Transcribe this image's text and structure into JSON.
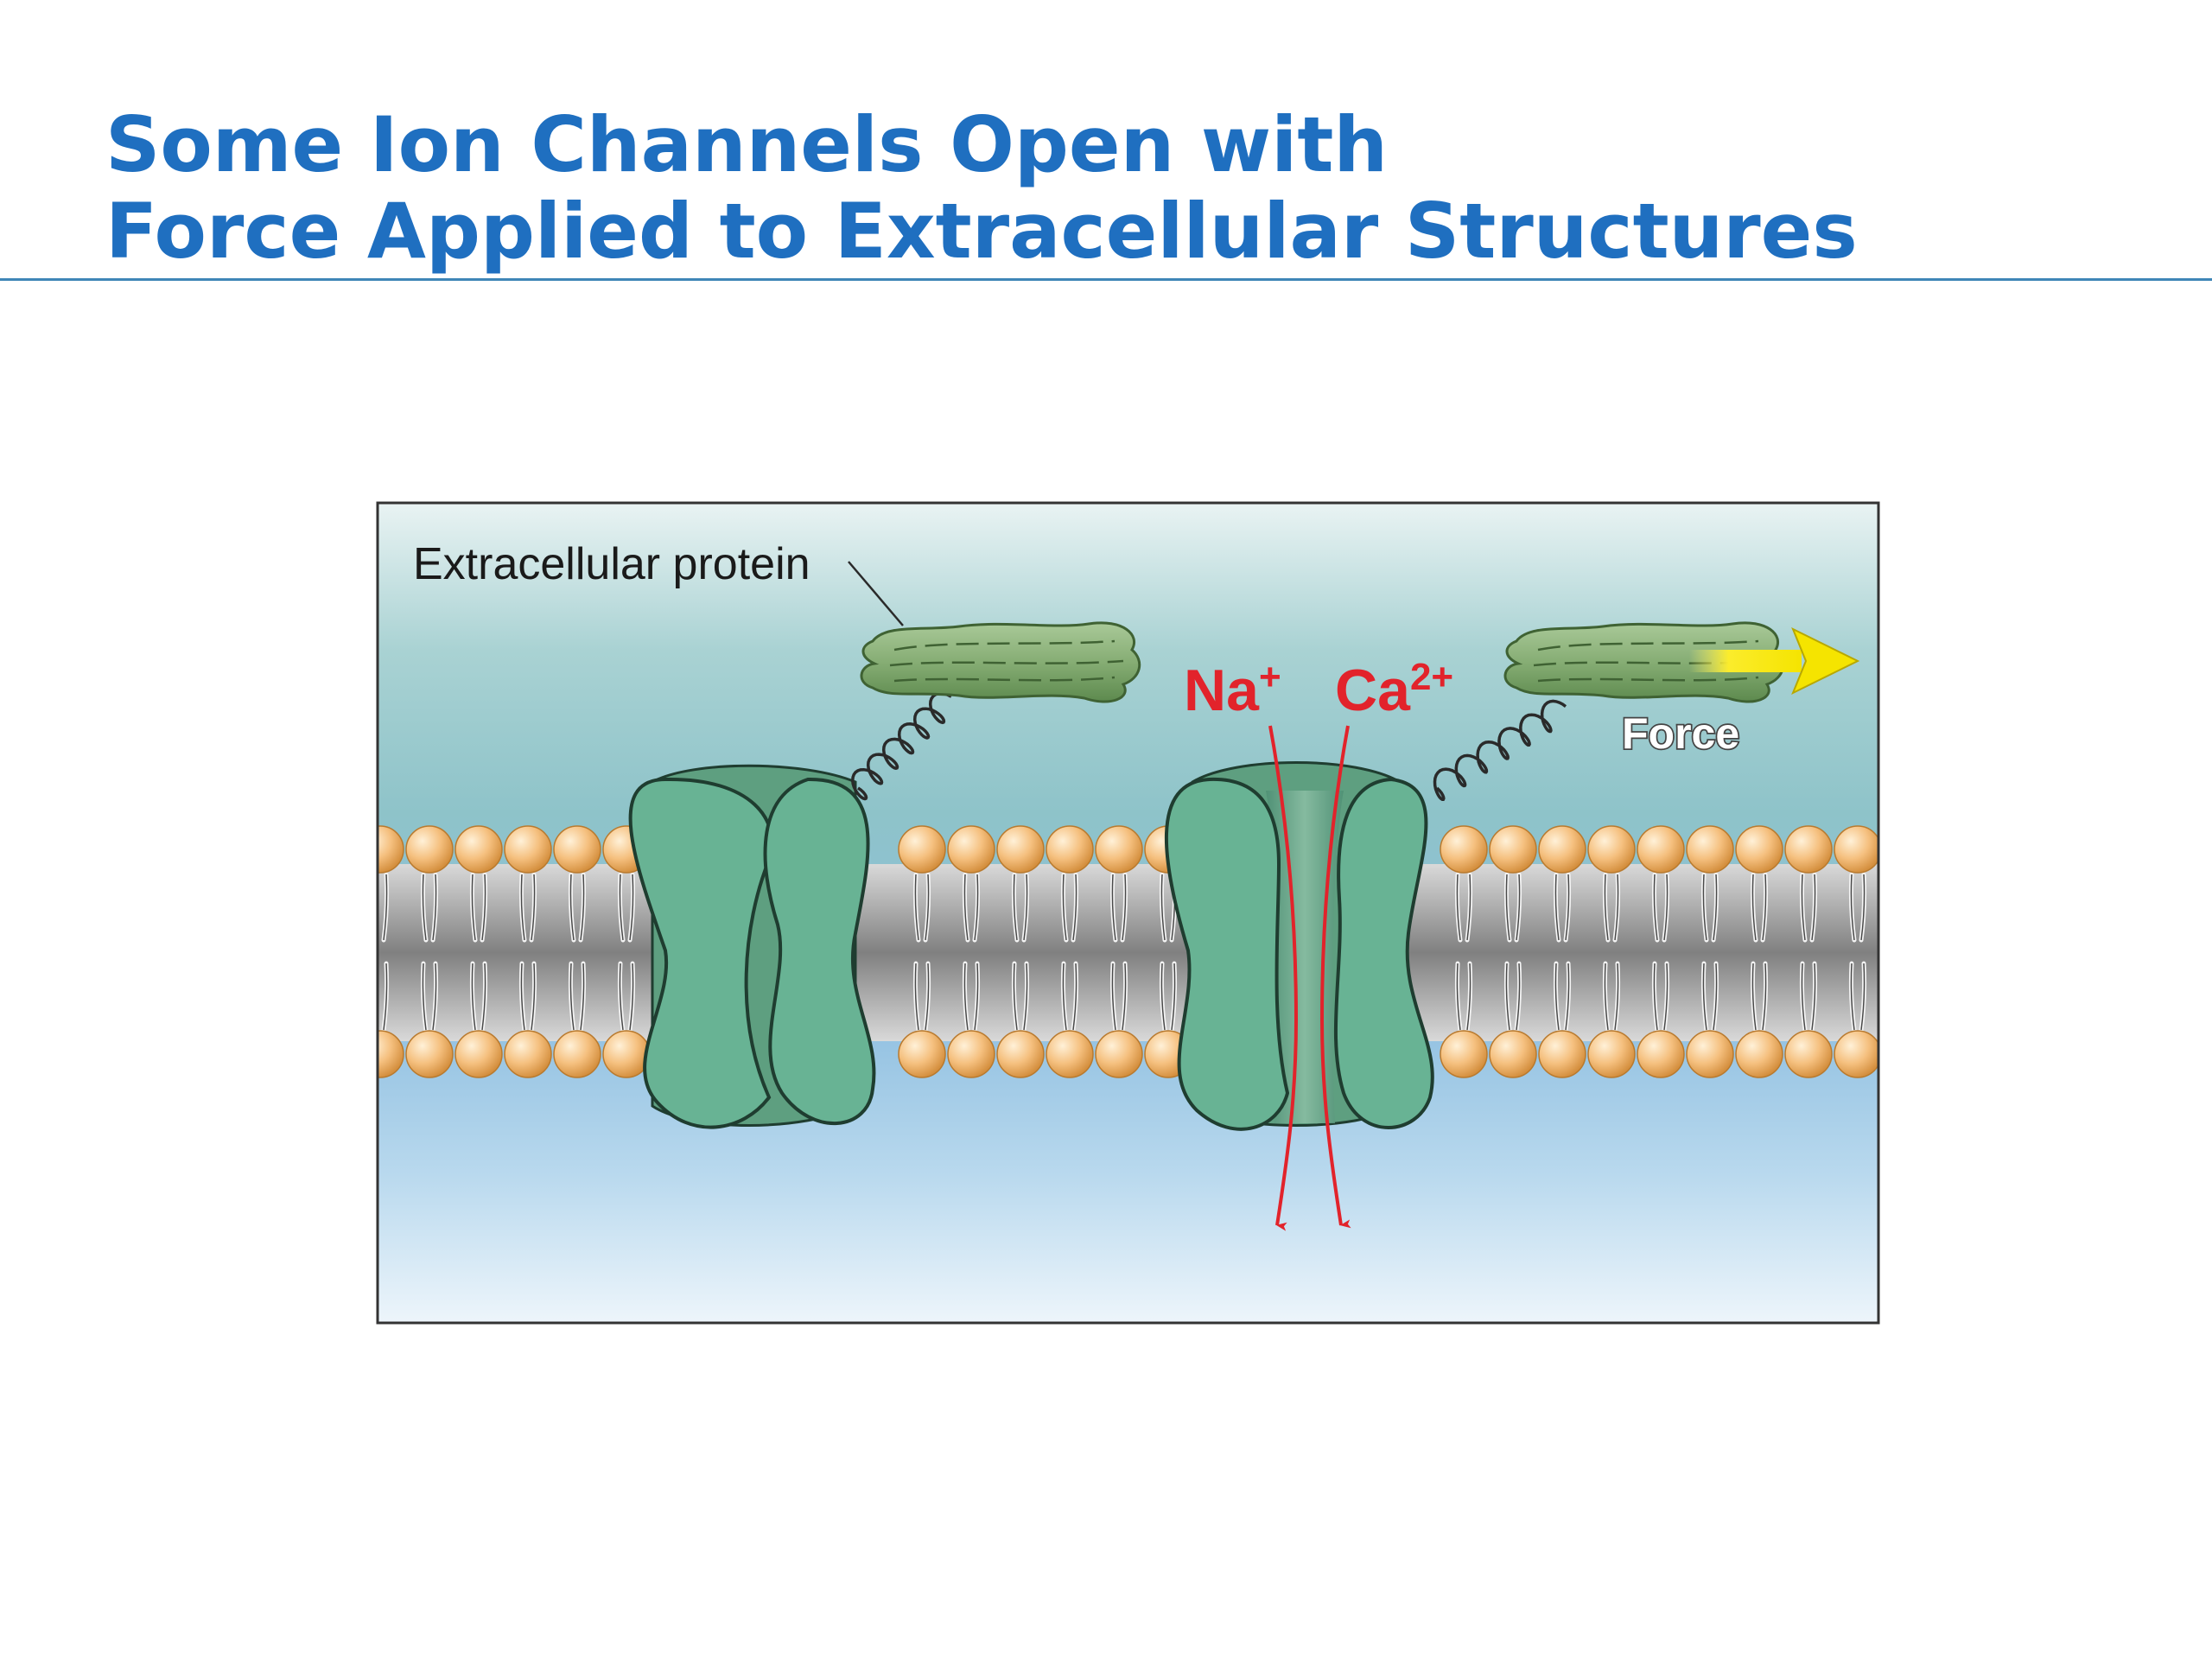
{
  "slide": {
    "title_line1": "Some Ion Channels Open with",
    "title_line2": "Force Applied to Extracellular Structures"
  },
  "figure": {
    "extracellular_protein_label": "Extracellular protein",
    "ion_na": {
      "base": "Na",
      "charge": "+"
    },
    "ion_ca": {
      "base": "Ca",
      "charge": "2+"
    },
    "force_label": "Force"
  },
  "colors": {
    "title": "#1f6fc0",
    "rule": "#3f86b7",
    "channel": "#68b394",
    "lipid_head": "#f0b777",
    "ion_arrow": "#e2232b",
    "force_arrow": "#f5e400",
    "protein": "#8db57e"
  }
}
